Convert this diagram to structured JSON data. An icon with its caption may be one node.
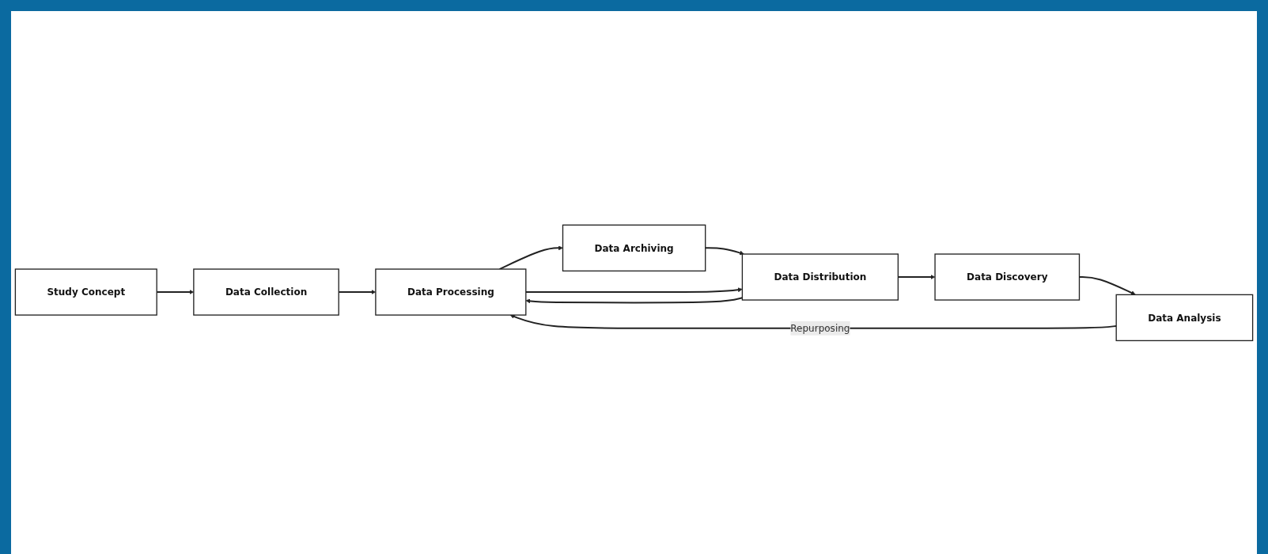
{
  "diagram": {
    "nodes": [
      {
        "text": [
          "Study Concept"
        ]
      },
      {
        "text": [
          "Data Collection"
        ]
      },
      {
        "text": [
          "Data Processing"
        ]
      },
      {
        "text": [
          "Data Archiving"
        ]
      },
      {
        "text": [
          "Data Distribution"
        ]
      },
      {
        "text": [
          "Data Discovery"
        ]
      },
      {
        "text": [
          "Data Analysis"
        ]
      }
    ],
    "edges": [
      {
        "from": 0,
        "to": 1,
        "arrow": "to"
      },
      {
        "from": 1,
        "to": 2,
        "arrow": "to"
      },
      {
        "from": 2,
        "to": 3,
        "arrow": "to"
      },
      {
        "from": 3,
        "to": 4,
        "arrow": "to"
      },
      {
        "from": 2,
        "to": 4,
        "arrow": "to"
      },
      {
        "from": 4,
        "to": 5,
        "arrow": "to"
      },
      {
        "from": 5,
        "to": 6,
        "arrow": "to"
      },
      {
        "from": 4,
        "to": 2,
        "arrow": "to"
      },
      {
        "from": 6,
        "to": 2,
        "label": "Repurposing",
        "arrow": "to"
      }
    ]
  }
}
